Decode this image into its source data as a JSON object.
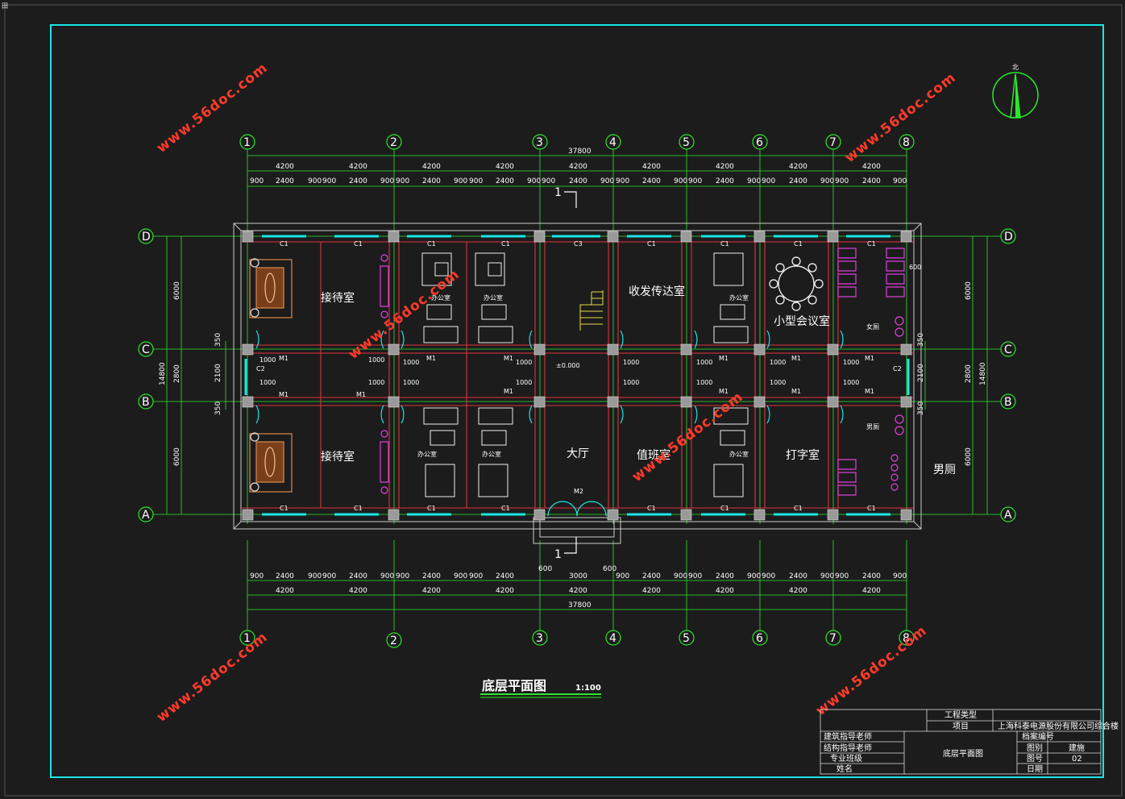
{
  "menu_marker": "田",
  "north": {
    "label": "北"
  },
  "axes": {
    "numbered": [
      "1",
      "2",
      "3",
      "4",
      "5",
      "6",
      "7",
      "8"
    ],
    "lettered": [
      "D",
      "C",
      "B",
      "A"
    ]
  },
  "dimensions": {
    "overall": "37800",
    "bay": "4200",
    "seg_a": "900",
    "seg_b": "2400",
    "stair_a": "600",
    "stair_b": "3000",
    "depth_total": "14800",
    "depth_room": "6000",
    "depth_corr": "2800",
    "depth_door": "2100",
    "depth_side": "350",
    "toilet_dim": "600",
    "door_w": "1000"
  },
  "labels": {
    "window": "C1",
    "window_wide": "C3",
    "window_side": "C2",
    "door": "M1",
    "main_door": "M2",
    "level": "±0.000",
    "section": "1"
  },
  "rooms": {
    "reception": "接待室",
    "office": "办公室",
    "mailroom": "收发传达室",
    "meeting": "小型会议室",
    "women": "女厕",
    "lobby": "大厅",
    "duty": "值班室",
    "typing": "打字室",
    "men_small": "男厕",
    "men": "男厕"
  },
  "watermark": "www.56doc.com",
  "drawing_title": {
    "name": "底层平面图",
    "scale": "1:100"
  },
  "title_block": {
    "project_type": "工程类型",
    "project": "项目",
    "project_name": "上海科泰电源股份有限公司综合楼",
    "arch_advisor": "建筑指导老师",
    "struct_advisor": "结构指导老师",
    "major_class": "专业班级",
    "name": "姓名",
    "drawing_name": "底层平面图",
    "archive_no": "档案编号",
    "category": "图别",
    "category_val": "建施",
    "drawing_no": "图号",
    "drawing_no_val": "02",
    "date": "日期"
  }
}
